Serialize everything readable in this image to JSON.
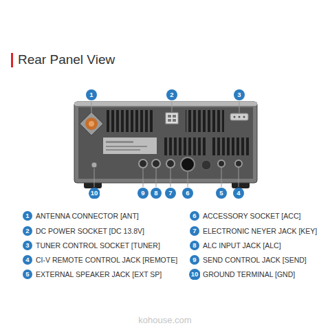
{
  "diagram": {
    "title": "Rear Panel View",
    "nodes": [
      {
        "text": [
          "1"
        ]
      },
      {
        "text": [
          "2"
        ]
      },
      {
        "text": [
          "3"
        ]
      },
      {
        "text": [
          "10"
        ]
      },
      {
        "text": [
          "9"
        ]
      },
      {
        "text": [
          "8"
        ]
      },
      {
        "text": [
          "7"
        ]
      },
      {
        "text": [
          "6"
        ]
      },
      {
        "text": [
          "5"
        ]
      },
      {
        "text": [
          "4"
        ]
      },
      {
        "text": [
          "1"
        ]
      },
      {
        "text": [
          "6"
        ]
      },
      {
        "text": [
          "2"
        ]
      },
      {
        "text": [
          "7"
        ]
      },
      {
        "text": [
          "3"
        ]
      },
      {
        "text": [
          "8"
        ]
      },
      {
        "text": [
          "4"
        ]
      },
      {
        "text": [
          "9"
        ]
      },
      {
        "text": [
          "5"
        ]
      },
      {
        "text": [
          "10"
        ]
      }
    ],
    "labels": [
      "ANTENNA CONNECTOR [ANT]",
      "ACCESSORY SOCKET [ACC]",
      "DC POWER SOCKET [DC 13.8V]",
      "ELECTRONIC NEYER JACK [KEY]",
      "TUNER CONTROL SOCKET [TUNER]",
      "ALC INPUT JACK [ALC]",
      "CI-V REMOTE CONTROL JACK [REMOTE]",
      "SEND CONTROL JACK [SEND]",
      "EXTERNAL SPEAKER JACK [EXT SP]",
      "GROUND TERMINAL [GND]",
      "kohouse.com"
    ]
  }
}
